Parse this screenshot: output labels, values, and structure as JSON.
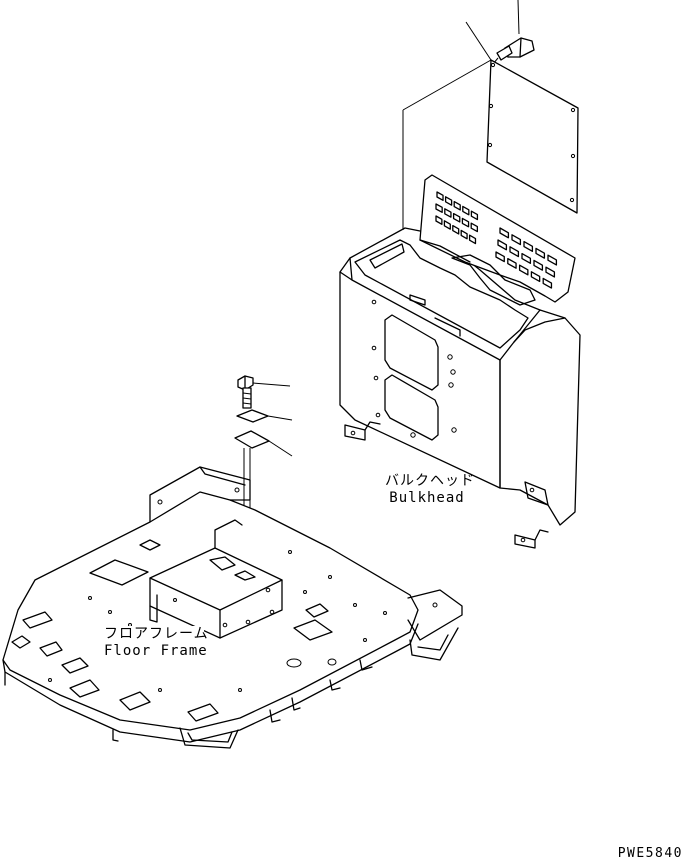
{
  "labels": {
    "bulkhead_jp": "バルクヘッド",
    "bulkhead_en": "Bulkhead",
    "floor_frame_jp": "フロアフレーム",
    "floor_frame_en": "Floor Frame",
    "drawing_code": "PWE5840"
  },
  "parts": [
    {
      "icon": "bolt-icon"
    },
    {
      "icon": "cover-plate-icon"
    },
    {
      "icon": "bulkhead-icon"
    },
    {
      "icon": "bolt-icon"
    },
    {
      "icon": "washer-icon"
    },
    {
      "icon": "shim-plate-icon"
    },
    {
      "icon": "floor-frame-icon"
    }
  ]
}
